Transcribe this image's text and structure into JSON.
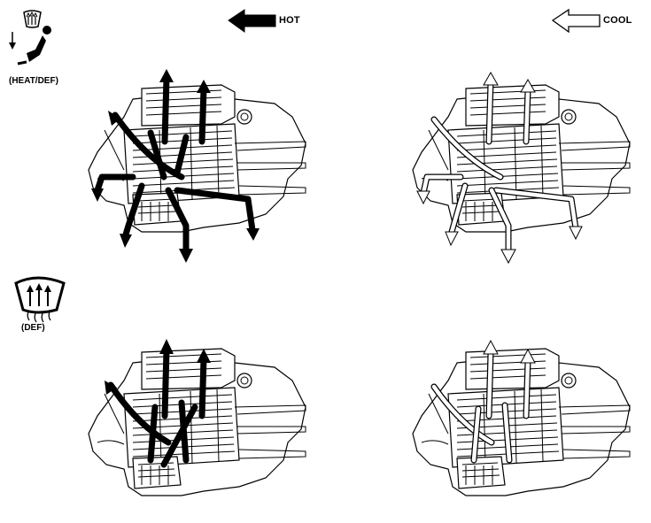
{
  "legend": {
    "hot_label": "HOT",
    "cool_label": "COOL",
    "hot_color": "#000000",
    "cool_color": "#ffffff"
  },
  "modes": [
    {
      "label": "(HEAT/DEF)",
      "icon": "seat-defrost-icon"
    },
    {
      "label": "(DEF)",
      "icon": "windshield-defrost-icon"
    }
  ]
}
